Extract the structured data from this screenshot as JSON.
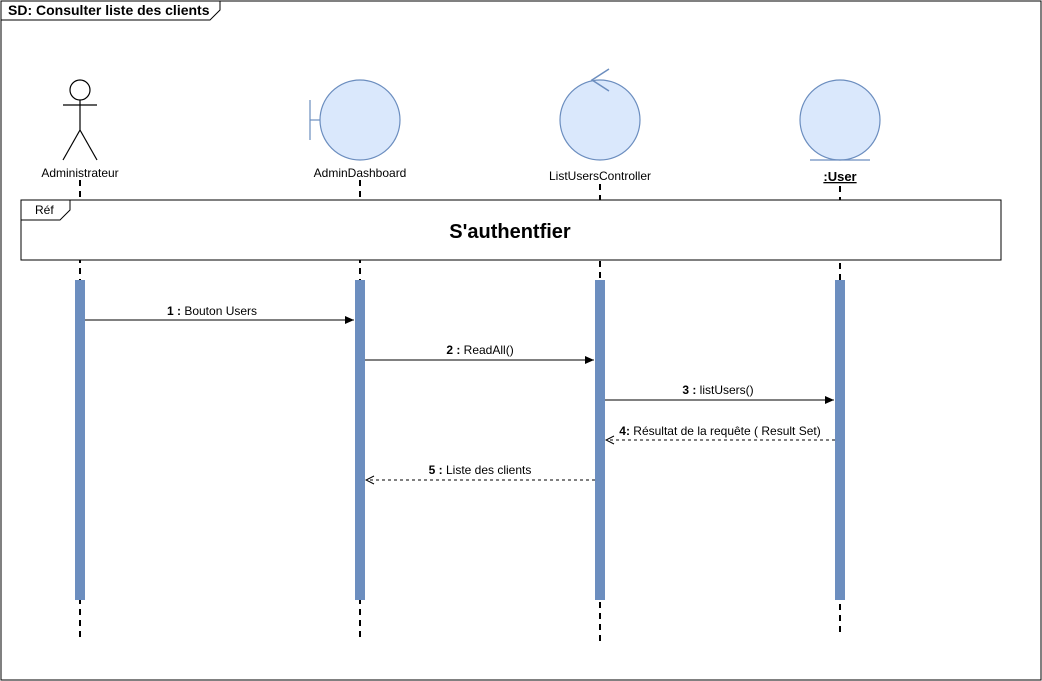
{
  "frame": {
    "label": "SD: Consulter liste des clients"
  },
  "participants": [
    {
      "id": "admin",
      "kind": "actor",
      "label": "Administrateur"
    },
    {
      "id": "dashboard",
      "kind": "boundary",
      "label": "AdminDashboard"
    },
    {
      "id": "controller",
      "kind": "control",
      "label": "ListUsersController"
    },
    {
      "id": "user",
      "kind": "entity",
      "label": ":User"
    }
  ],
  "ref": {
    "tag": "Réf",
    "title": "S'authentfier"
  },
  "messages": [
    {
      "num": "1 :",
      "text": "Bouton Users",
      "from": "admin",
      "to": "dashboard",
      "type": "sync"
    },
    {
      "num": "2 :",
      "text": "ReadAll()",
      "from": "dashboard",
      "to": "controller",
      "type": "sync"
    },
    {
      "num": "3 :",
      "text": "listUsers()",
      "from": "controller",
      "to": "user",
      "type": "sync"
    },
    {
      "num": "4:",
      "text": "Résultat de la requête ( Result Set)",
      "from": "user",
      "to": "controller",
      "type": "return"
    },
    {
      "num": "5 :",
      "text": "Liste des clients",
      "from": "controller",
      "to": "dashboard",
      "type": "return"
    }
  ],
  "colors": {
    "activation": "#6c8ebf",
    "shape_fill": "#dae8fc",
    "shape_stroke": "#6c8ebf",
    "line": "#000000"
  }
}
